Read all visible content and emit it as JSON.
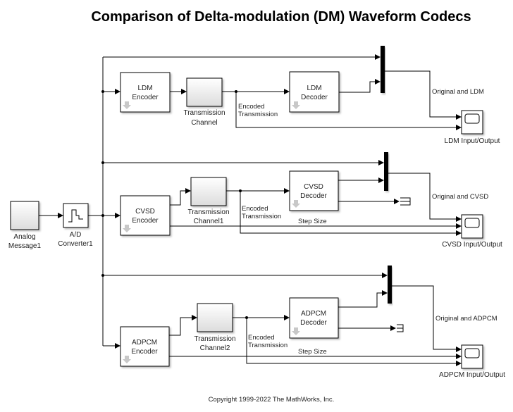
{
  "title": "Comparison of Delta-modulation (DM) Waveform Codecs",
  "copyright": "Copyright 1999-2022 The MathWorks, Inc.",
  "blocks": {
    "analog_message": [
      "Analog",
      "Message1"
    ],
    "ad_converter": [
      "A/D",
      "Converter1"
    ],
    "ldm_encoder": [
      "LDM",
      "Encoder"
    ],
    "ldm_channel": [
      "Transmission",
      "Channel"
    ],
    "ldm_decoder": [
      "LDM",
      "Decoder"
    ],
    "ldm_scope": "LDM Input/Output",
    "cvsd_encoder": [
      "CVSD",
      "Encoder"
    ],
    "cvsd_channel": [
      "Transmission",
      "Channel1"
    ],
    "cvsd_decoder": [
      "CVSD",
      "Decoder"
    ],
    "cvsd_scope": "CVSD Input/Output",
    "adpcm_encoder": [
      "ADPCM",
      "Encoder"
    ],
    "adpcm_channel": [
      "Transmission",
      "Channel2"
    ],
    "adpcm_decoder": [
      "ADPCM",
      "Decoder"
    ],
    "adpcm_scope": "ADPCM Input/Output"
  },
  "signal_labels": {
    "encoded_transmission": [
      "Encoded",
      "Transmission"
    ],
    "original_ldm": "Original and LDM",
    "original_cvsd": "Original and CVSD",
    "original_adpcm": "Original and  ADPCM",
    "step_size": "Step Size"
  },
  "colors": {
    "line": "#000000",
    "block_border": "#000000",
    "subsystem_arrow": "#c0c0c0"
  }
}
